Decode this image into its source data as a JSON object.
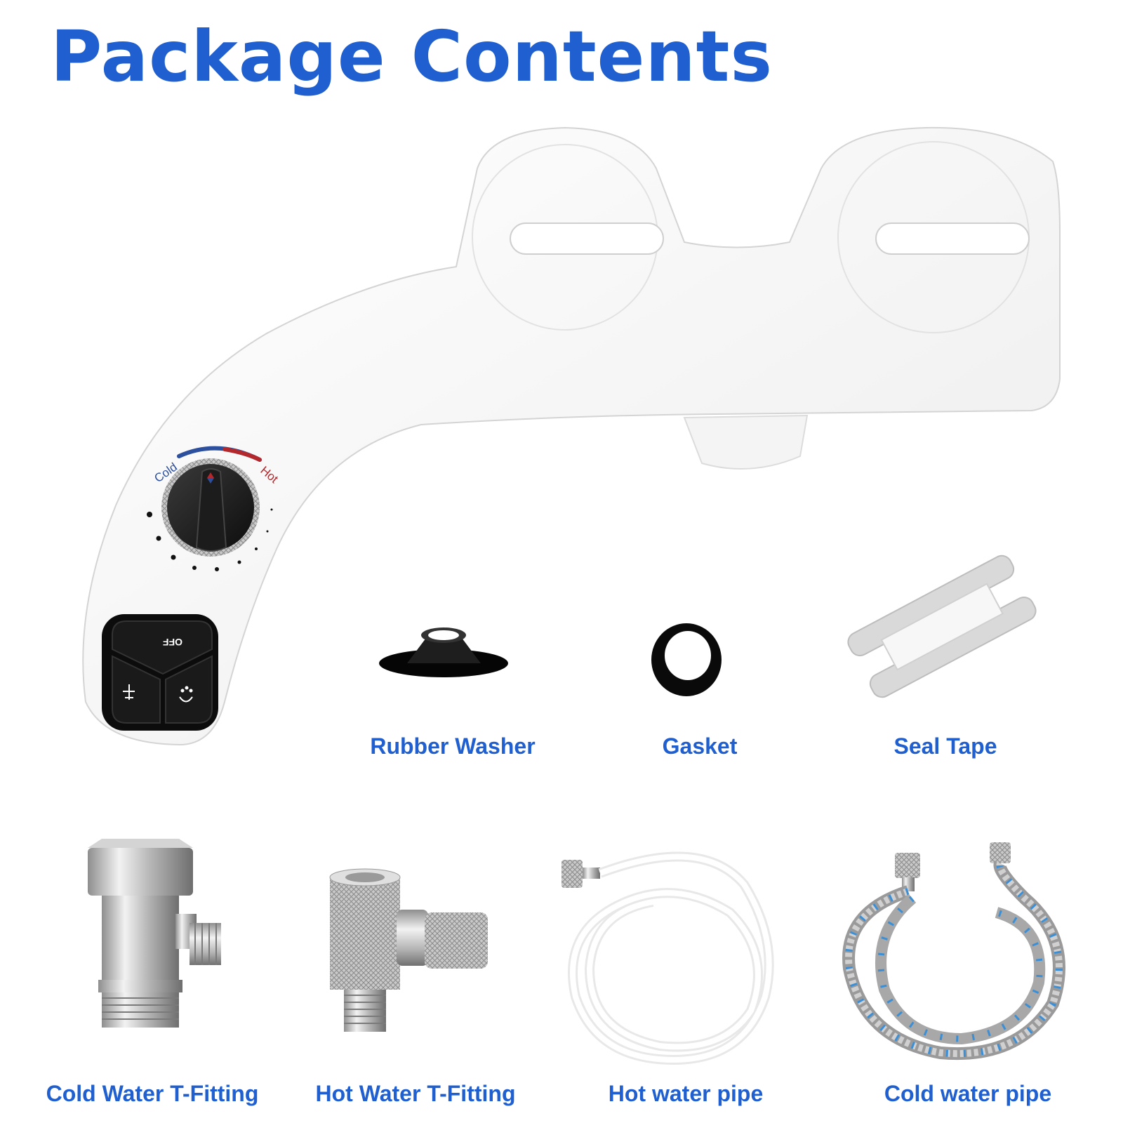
{
  "title": "Package Contents",
  "colors": {
    "accent": "#1f5fcf",
    "dial_cold": "#2c4f9e",
    "dial_hot": "#b3282d"
  },
  "bidet": {
    "dial_cold_label": "Cold",
    "dial_hot_label": "Hot",
    "button_off_label": "OFF",
    "icons": [
      "dial-pointer-icon",
      "rear-wash-icon",
      "feminine-wash-icon"
    ]
  },
  "items_row1": [
    {
      "name": "Rubber Washer"
    },
    {
      "name": "Gasket"
    },
    {
      "name": "Seal Tape"
    }
  ],
  "items_row2": [
    {
      "name": "Cold Water T-Fitting"
    },
    {
      "name": "Hot Water T-Fitting"
    },
    {
      "name": "Hot water pipe"
    },
    {
      "name": "Cold water pipe"
    }
  ]
}
